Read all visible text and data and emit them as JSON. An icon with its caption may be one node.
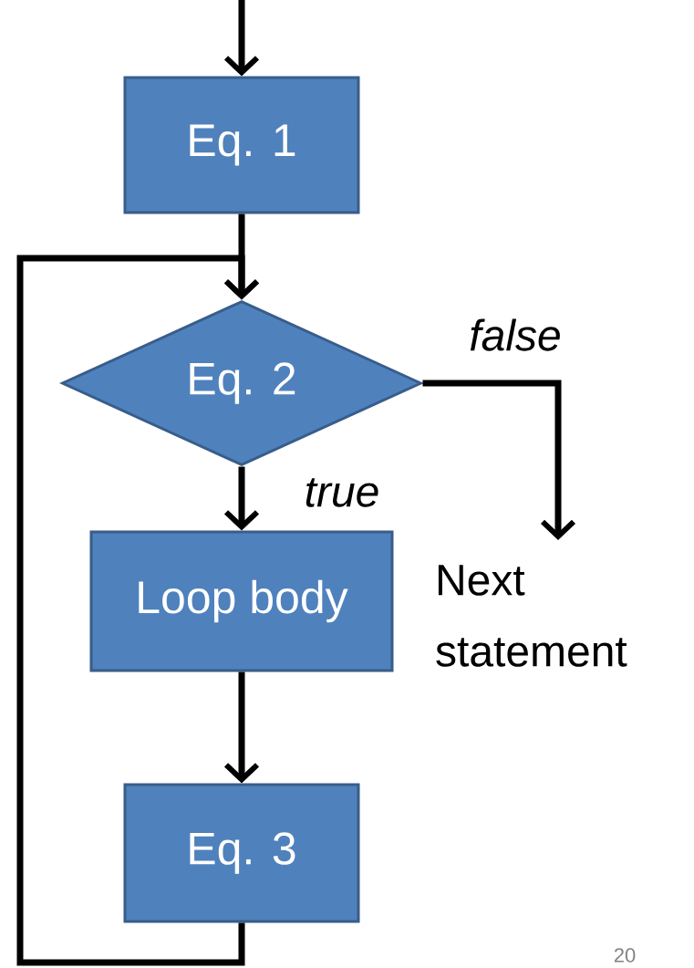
{
  "diagram": {
    "nodes": [
      {
        "text": [
          "Eq. 1"
        ]
      },
      {
        "text": [
          "Eq. 2"
        ]
      },
      {
        "text": [
          "Loop body"
        ]
      },
      {
        "text": [
          "Eq. 3"
        ]
      },
      {
        "text": [
          "Next statement"
        ]
      }
    ],
    "edges": [
      {
        "from": null,
        "to": 0,
        "arrow": "to"
      },
      {
        "from": 0,
        "to": 1,
        "arrow": "to"
      },
      {
        "from": 1,
        "to": 4,
        "arrow": "to",
        "label": "false"
      },
      {
        "from": 1,
        "to": 2,
        "arrow": "to",
        "label": "true"
      },
      {
        "from": 2,
        "to": 3,
        "arrow": "to"
      },
      {
        "from": 3,
        "to": 1,
        "arrow": "to"
      }
    ],
    "labels": [
      "20"
    ]
  }
}
